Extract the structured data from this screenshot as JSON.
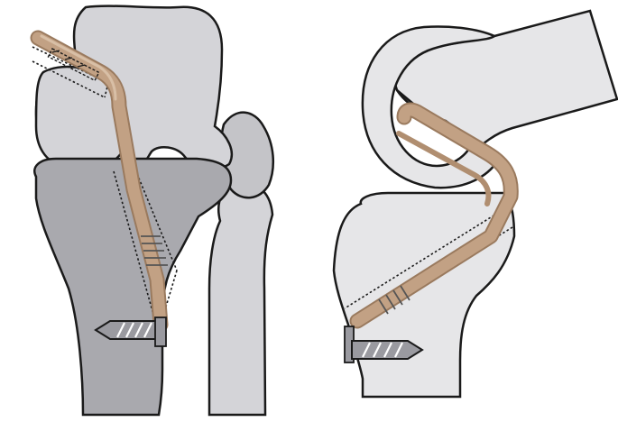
{
  "colors": {
    "background": "#ffffff",
    "bone_light": "#d4d4d8",
    "bone_mid": "#c4c4c8",
    "bone_dark": "#a9a9ae",
    "bone_pale": "#e6e6e8",
    "outline": "#1a1a1a",
    "graft": "#c2a184",
    "graft_edge": "#9a7a5e",
    "screw": "#9a9aa0"
  },
  "views": [
    {
      "id": "anterior",
      "icon": "knee-anterior-view"
    },
    {
      "id": "lateral",
      "icon": "knee-lateral-view"
    }
  ]
}
